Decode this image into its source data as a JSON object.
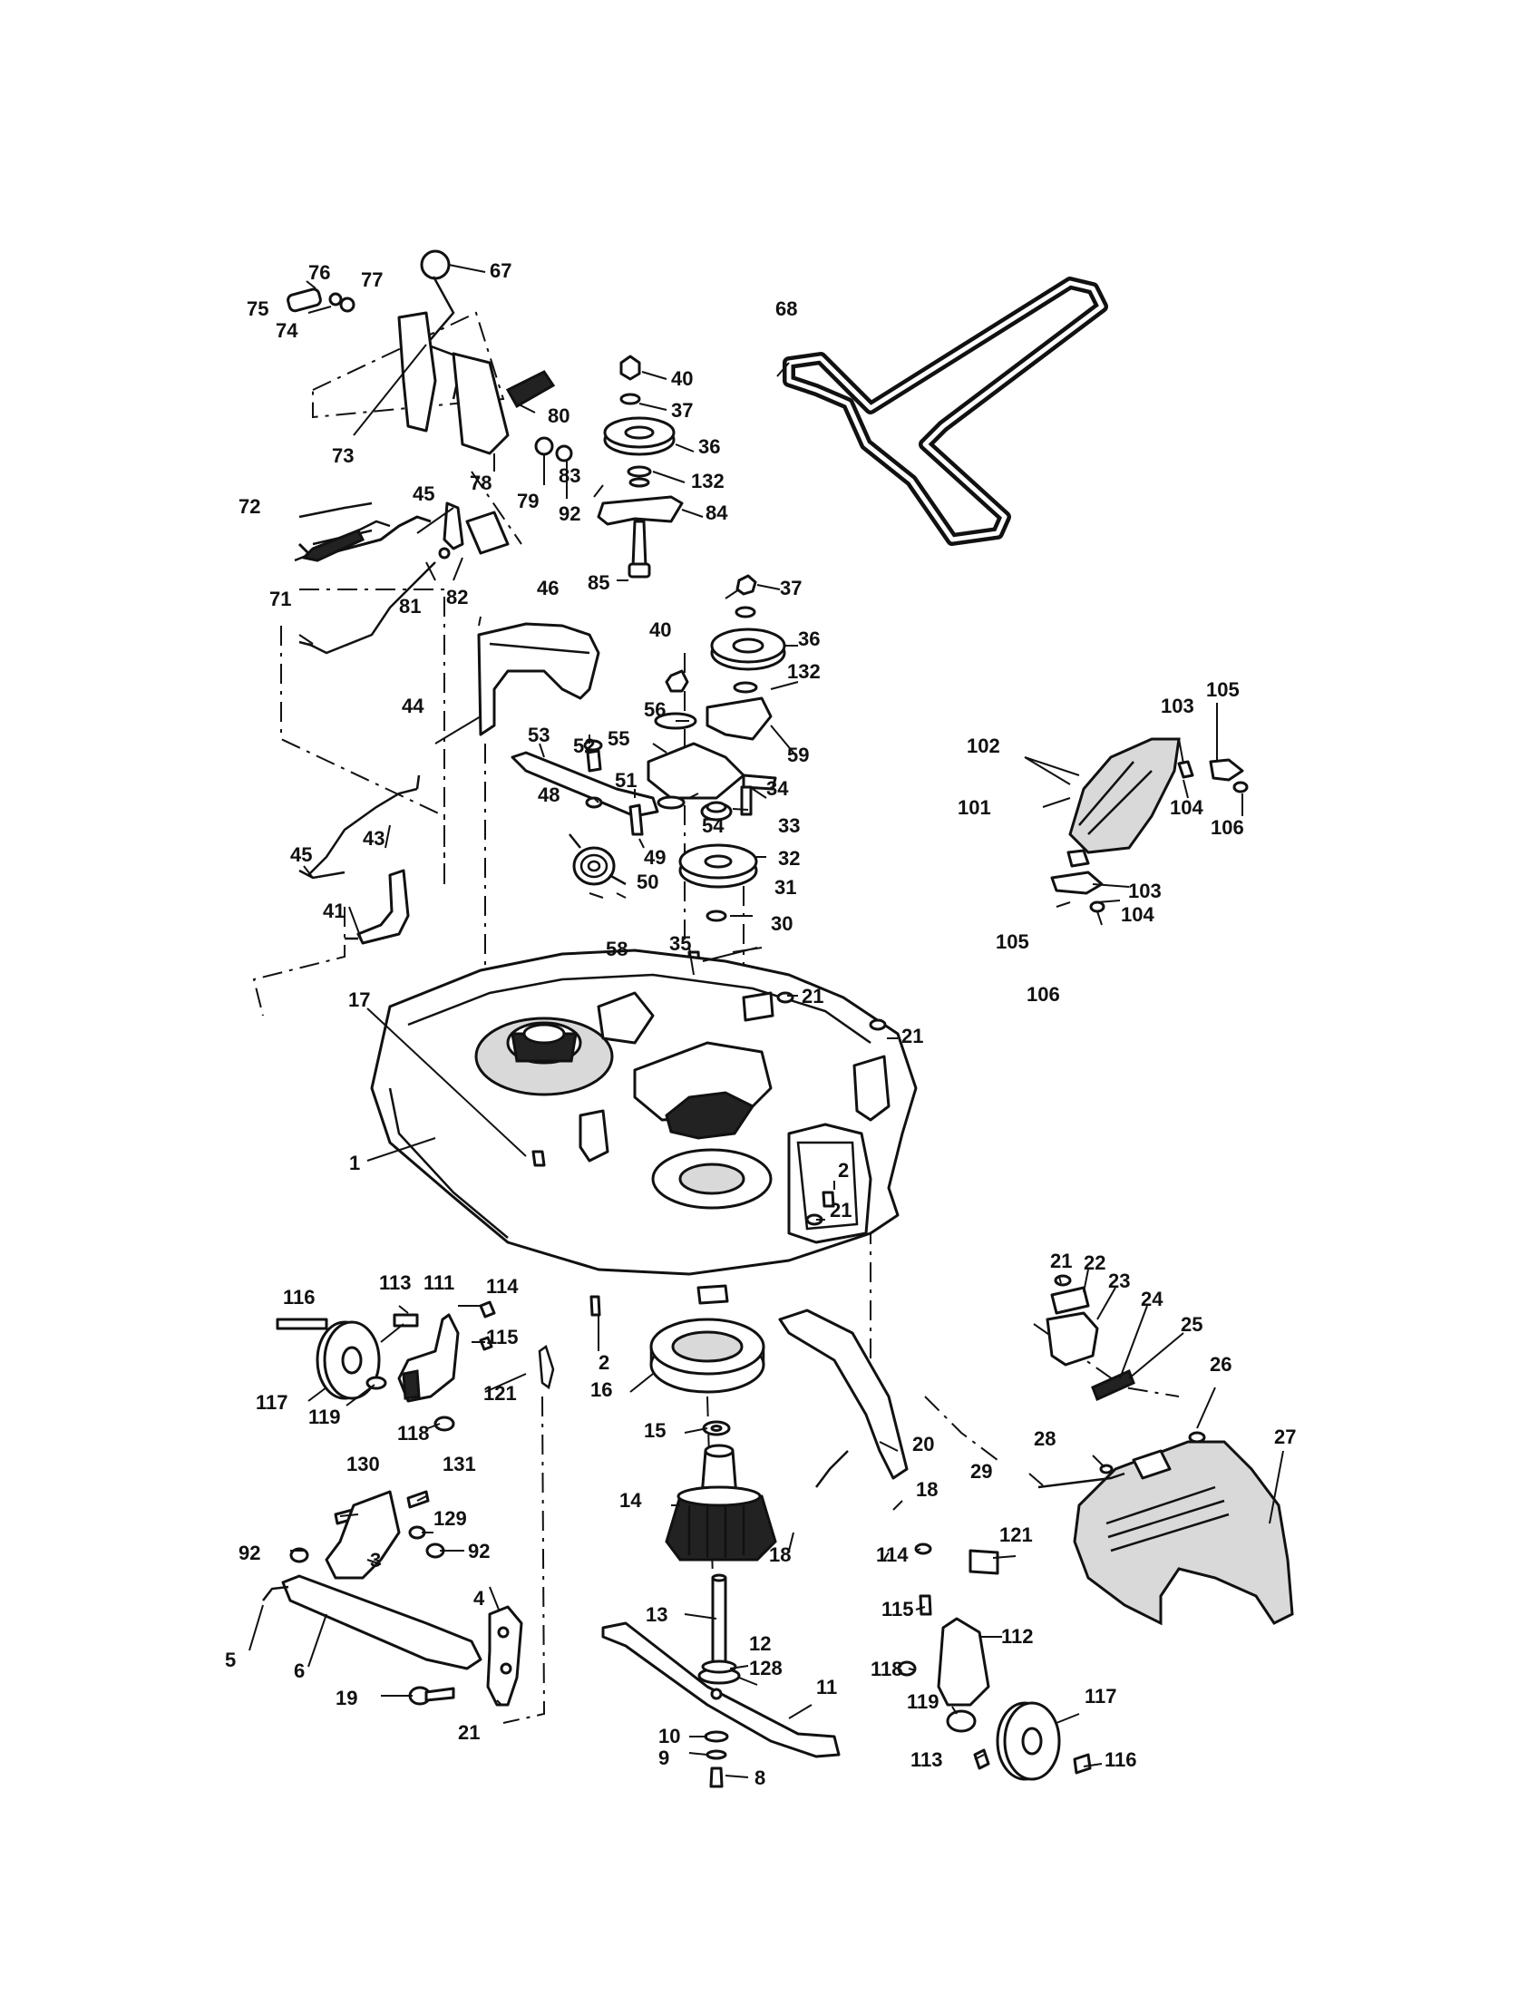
{
  "diagram": {
    "callouts": [
      "76",
      "77",
      "67",
      "75",
      "74",
      "73",
      "80",
      "78",
      "79",
      "92",
      "83",
      "84",
      "40",
      "37",
      "36",
      "132",
      "72",
      "45",
      "82",
      "81",
      "85",
      "71",
      "46",
      "44",
      "68",
      "37",
      "36",
      "40",
      "132",
      "56",
      "59",
      "55",
      "53",
      "52",
      "51",
      "48",
      "49",
      "34",
      "54",
      "33",
      "32",
      "31",
      "30",
      "50",
      "58",
      "35",
      "43",
      "45",
      "41",
      "102",
      "103",
      "105",
      "101",
      "104",
      "106",
      "103",
      "104",
      "105",
      "106",
      "17",
      "21",
      "21",
      "1",
      "2",
      "21",
      "113",
      "111",
      "114",
      "116",
      "115",
      "117",
      "119",
      "121",
      "118",
      "2",
      "16",
      "15",
      "130",
      "131",
      "129",
      "92",
      "92",
      "14",
      "3",
      "20",
      "18",
      "18",
      "21",
      "22",
      "23",
      "24",
      "25",
      "26",
      "28",
      "27",
      "29",
      "4",
      "5",
      "6",
      "19",
      "21",
      "114",
      "121",
      "13",
      "12",
      "128",
      "11",
      "115",
      "112",
      "118",
      "119",
      "117",
      "10",
      "9",
      "8",
      "113",
      "116"
    ]
  }
}
